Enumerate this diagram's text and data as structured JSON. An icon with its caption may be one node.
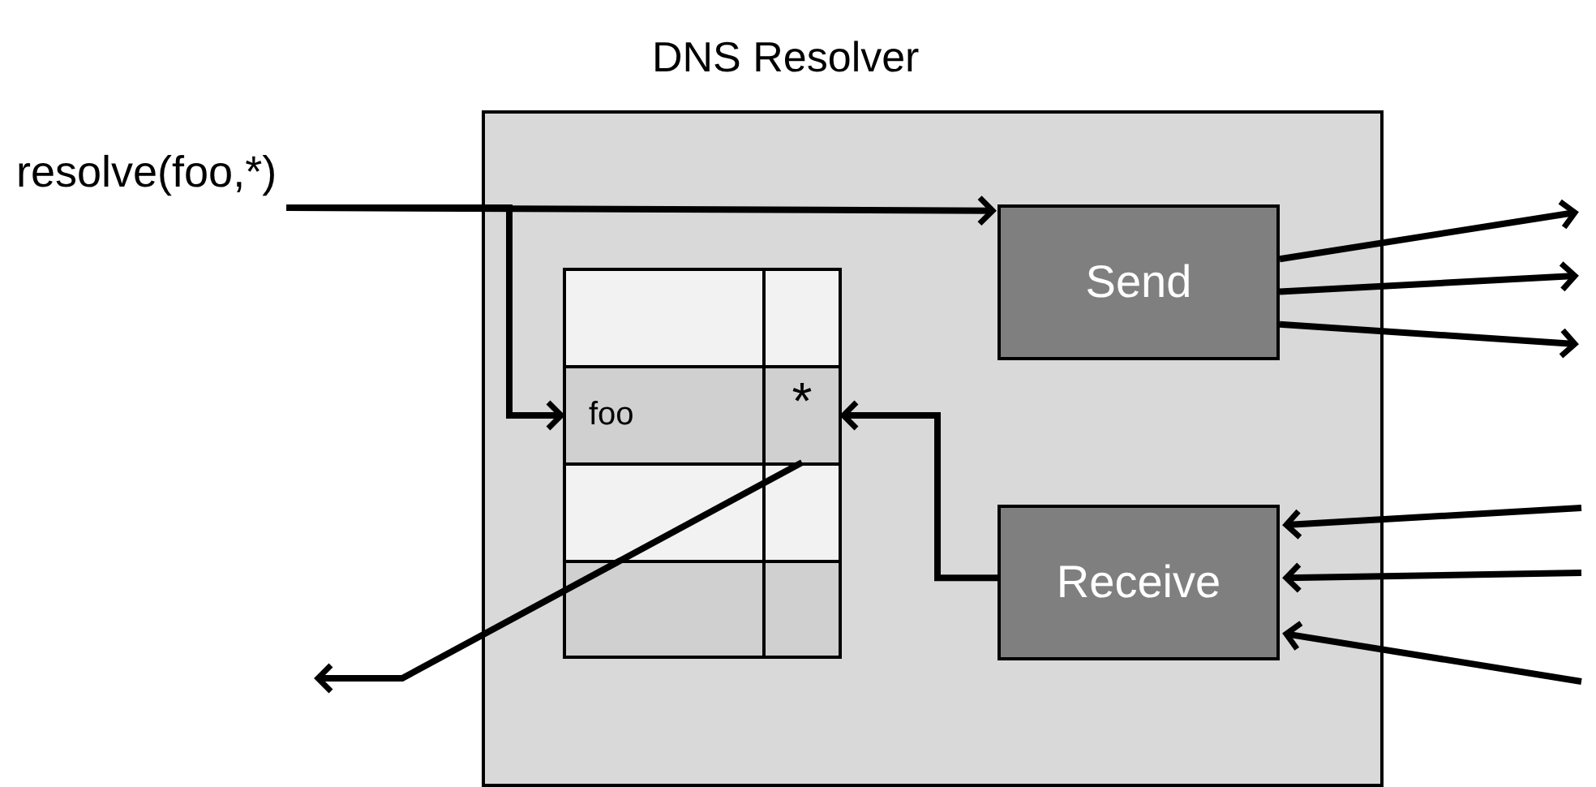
{
  "diagram": {
    "nodes": [
      {
        "text": [
          "DNS Resolver"
        ]
      },
      {
        "text": [
          "resolve(foo,*)"
        ]
      },
      {
        "text": [
          "Send"
        ],
        "in": 0
      },
      {
        "text": [
          "Receive"
        ],
        "in": 0
      },
      {
        "text": [],
        "shape": "box",
        "in": 0
      },
      {
        "text": [
          "foo"
        ],
        "in": 4
      },
      {
        "text": [
          "*"
        ],
        "in": 4
      }
    ],
    "edges": [
      {
        "from": 1,
        "to": 2,
        "arrow": "to"
      },
      {
        "from": 1,
        "to": 5,
        "arrow": "to"
      },
      {
        "from": 2,
        "to": null,
        "arrow": "to"
      },
      {
        "from": 2,
        "to": null,
        "arrow": "to"
      },
      {
        "from": 2,
        "to": null,
        "arrow": "to"
      },
      {
        "from": null,
        "to": 3,
        "arrow": "to"
      },
      {
        "from": null,
        "to": 3,
        "arrow": "to"
      },
      {
        "from": null,
        "to": 3,
        "arrow": "to"
      },
      {
        "from": 3,
        "to": 6,
        "arrow": "to"
      },
      {
        "from": 6,
        "to": null,
        "arrow": "to"
      }
    ]
  }
}
